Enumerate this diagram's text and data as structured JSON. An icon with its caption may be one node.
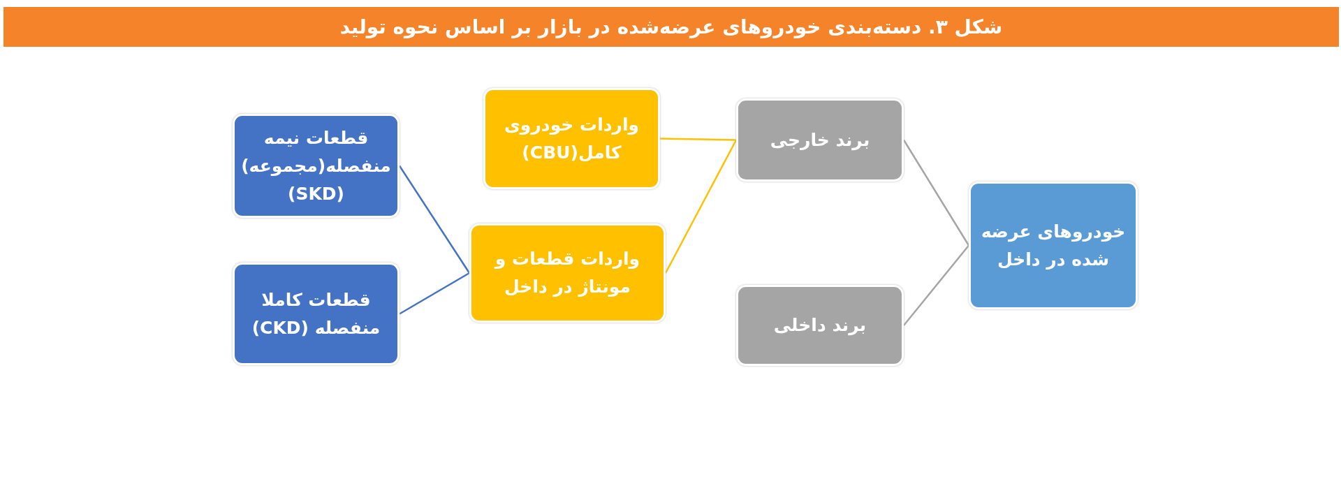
{
  "diagram": {
    "title": "شکل ۳. دسته‌بندی خودروهای عرضه‌شده در بازار بر اساس نحوه تولید",
    "nodes": [
      {
        "text": [
          "خودروهای عرضه شده در داخل"
        ]
      },
      {
        "text": [
          "برند خارجی"
        ]
      },
      {
        "text": [
          "برند داخلی"
        ]
      },
      {
        "text": [
          "واردات خودروی کامل(CBU)"
        ]
      },
      {
        "text": [
          "واردات قطعات و مونتاژ در داخل"
        ]
      },
      {
        "text": [
          "قطعات نیمه منفصله(مجموعه) (SKD)"
        ]
      },
      {
        "text": [
          "قطعات کاملا منفصله (CKD)"
        ]
      }
    ],
    "edges": [
      {
        "from": 0,
        "to": 1,
        "arrow": "none",
        "color": "#a5a5a5"
      },
      {
        "from": 0,
        "to": 2,
        "arrow": "none",
        "color": "#a5a5a5"
      },
      {
        "from": 1,
        "to": 3,
        "arrow": "none",
        "color": "#ffc000"
      },
      {
        "from": 1,
        "to": 4,
        "arrow": "none",
        "color": "#ffc000"
      },
      {
        "from": 4,
        "to": 5,
        "arrow": "none",
        "color": "#4472c4"
      },
      {
        "from": 4,
        "to": 6,
        "arrow": "none",
        "color": "#4472c4"
      }
    ]
  }
}
